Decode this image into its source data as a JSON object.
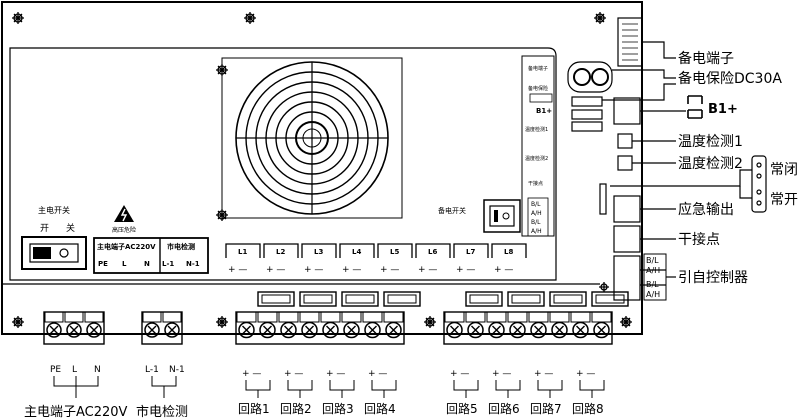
{
  "panel": {
    "main_switch_title": "主电开关",
    "main_switch_open": "开",
    "main_switch_close": "关",
    "hv_warning": "高压危险",
    "main_terminal_title": "主电端子AC220V",
    "mains_detect_title": "市电检测",
    "main_terms": [
      "PE",
      "L",
      "N"
    ],
    "detect_terms": [
      "L-1",
      "N-1"
    ],
    "backup_switch_title": "备电开关",
    "loops": [
      "L1",
      "L2",
      "L3",
      "L4",
      "L5",
      "L6",
      "L7",
      "L8"
    ],
    "loop_polarity": "+ —",
    "board_texts": [
      "备电端子",
      "备电保险",
      "B1+",
      "温度检测1",
      "温度检测2",
      "干接点"
    ],
    "bh_labels": [
      "B/L",
      "A/H",
      "B/L",
      "A/H"
    ]
  },
  "callouts": {
    "backup_terminal": "备电端子",
    "backup_fuse": "备电保险DC30A",
    "b1": "B1+",
    "temp1": "温度检测1",
    "temp2": "温度检测2",
    "normally_closed": "常闭",
    "normally_open": "常开",
    "emergency_out": "应急输出",
    "dry_contact": "干接点",
    "from_controller": "引自控制器",
    "bh1": "B/L",
    "ah1": "A/H",
    "bh2": "B/L",
    "ah2": "A/H"
  },
  "bottom": {
    "main_terms": [
      "PE",
      "L",
      "N"
    ],
    "detect_terms": [
      "L-1",
      "N-1"
    ],
    "main_label": "主电端子AC220V",
    "detect_label": "市电检测",
    "loops": [
      "回路1",
      "回路2",
      "回路3",
      "回路4",
      "回路5",
      "回路6",
      "回路7",
      "回路8"
    ]
  }
}
